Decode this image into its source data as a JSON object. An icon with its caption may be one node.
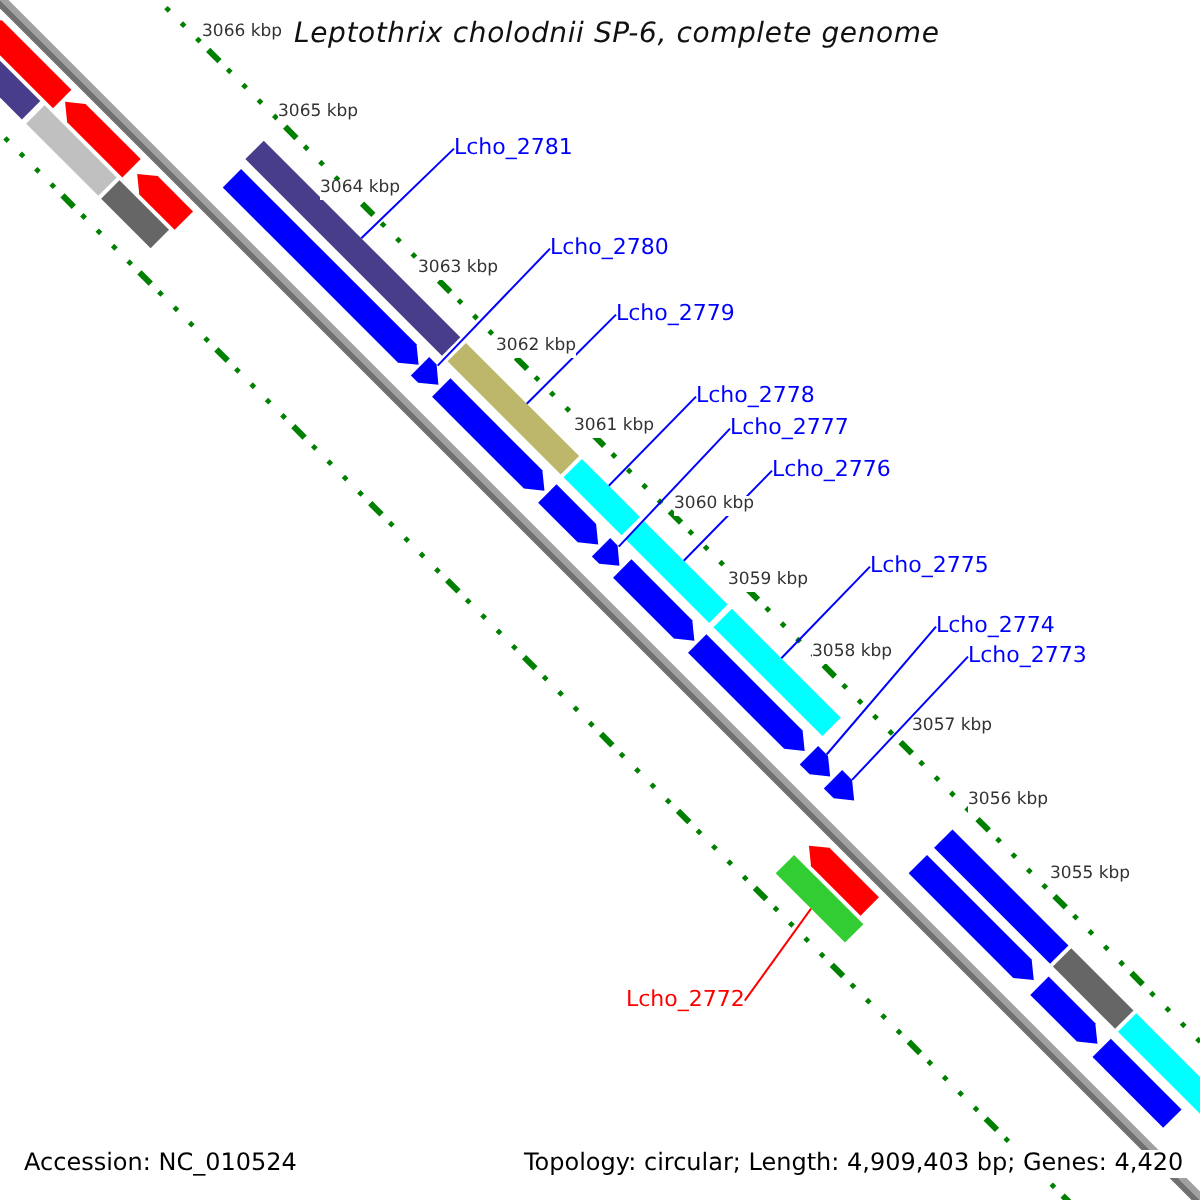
{
  "diagram": {
    "title": "Leptothrix cholodnii SP-6, complete genome",
    "nodes": [
      {
        "text": [
          "Lcho_2781"
        ]
      },
      {
        "text": [
          "Lcho_2780"
        ]
      },
      {
        "text": [
          "Lcho_2779"
        ]
      },
      {
        "text": [
          "Lcho_2778"
        ]
      },
      {
        "text": [
          "Lcho_2777"
        ]
      },
      {
        "text": [
          "Lcho_2776"
        ]
      },
      {
        "text": [
          "Lcho_2775"
        ]
      },
      {
        "text": [
          "Lcho_2774"
        ]
      },
      {
        "text": [
          "Lcho_2773"
        ]
      },
      {
        "text": [
          "Lcho_2772"
        ]
      },
      {
        "text": [],
        "shape": "bar"
      },
      {
        "text": [],
        "shape": "bar"
      },
      {
        "text": [],
        "shape": "bar"
      },
      {
        "text": [],
        "shape": "bar"
      },
      {
        "text": [],
        "shape": "bar"
      },
      {
        "text": [],
        "shape": "bar"
      },
      {
        "text": [],
        "shape": "bar"
      },
      {
        "text": [],
        "shape": "bar"
      },
      {
        "text": [],
        "shape": "bar"
      },
      {
        "text": [],
        "shape": "bar"
      },
      {
        "text": [],
        "shape": "bar"
      },
      {
        "text": [],
        "shape": "bar"
      },
      {
        "text": [],
        "shape": "bar"
      },
      {
        "text": [],
        "shape": "bar"
      },
      {
        "text": [],
        "shape": "bar"
      },
      {
        "text": [],
        "shape": "bar"
      }
    ],
    "edges": [
      {
        "from": 0,
        "to": 13,
        "arrow": "none"
      },
      {
        "from": 1,
        "to": 14,
        "arrow": "none"
      },
      {
        "from": 2,
        "to": 15,
        "arrow": "none"
      },
      {
        "from": 3,
        "to": 16,
        "arrow": "none"
      },
      {
        "from": 4,
        "to": 17,
        "arrow": "none"
      },
      {
        "from": 5,
        "to": 18,
        "arrow": "none"
      },
      {
        "from": 6,
        "to": 19,
        "arrow": "none"
      },
      {
        "from": 7,
        "to": 20,
        "arrow": "none"
      },
      {
        "from": 8,
        "to": 21,
        "arrow": "none"
      },
      {
        "from": 9,
        "to": 22,
        "arrow": "none",
        "color": "#ff0000"
      }
    ],
    "labels": [
      "3066 kbp",
      "3065 kbp",
      "3064 kbp",
      "3063 kbp",
      "3062 kbp",
      "3061 kbp",
      "3060 kbp",
      "3059 kbp",
      "3058 kbp",
      "3057 kbp",
      "3056 kbp",
      "3055 kbp",
      "Accession: NC_010524",
      "Topology: circular; Length: 4,909,403 bp; Genes: 4,420"
    ]
  }
}
